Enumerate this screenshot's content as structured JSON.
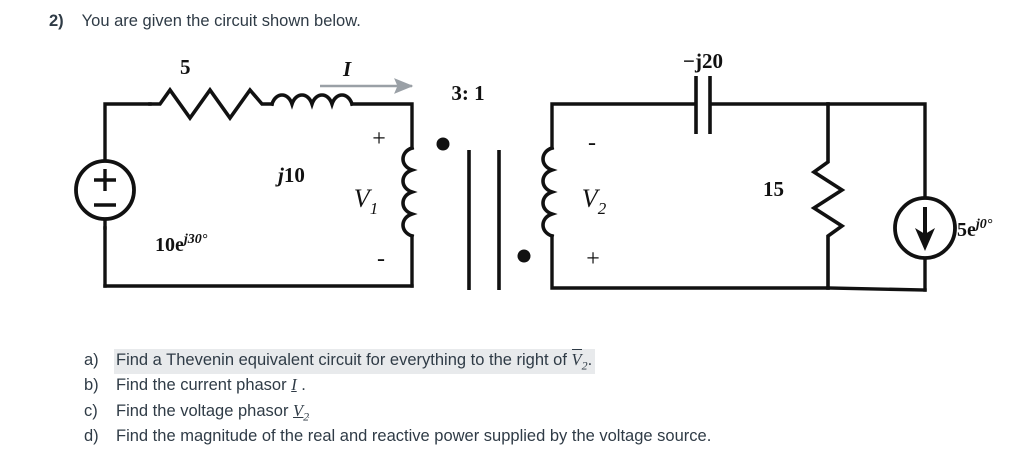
{
  "prompt": {
    "number": "2)",
    "text": "You are given the circuit shown below."
  },
  "circuit": {
    "title": "ac-circuit-with-ideal-transformer",
    "components": {
      "voltage_source": {
        "name": "independent-voltage-source",
        "label": "10e",
        "label_exp": "j30°",
        "polarity_top": "+",
        "polarity_bottom": "−"
      },
      "resistor_5": {
        "name": "series-resistor",
        "label": "5",
        "orientation": "horizontal"
      },
      "inductor_j10": {
        "name": "series-inductor",
        "label": "j10",
        "label_prefix": "j",
        "label_value": "10",
        "orientation": "horizontal"
      },
      "current_arrow": {
        "name": "current-phasor-arrow",
        "label": "I",
        "direction": "right",
        "color": "#9aa0a6"
      },
      "transformer": {
        "name": "ideal-transformer",
        "ratio": "3: 1",
        "primary_label": "V",
        "primary_sub": "1",
        "primary_plus": "+",
        "primary_minus": "-",
        "primary_dot": "top",
        "secondary_label": "V",
        "secondary_sub": "2",
        "secondary_minus": "-",
        "secondary_plus": "+",
        "secondary_dot": "bottom"
      },
      "capacitor": {
        "name": "series-capacitor",
        "label": "−j20",
        "orientation": "horizontal"
      },
      "resistor_15": {
        "name": "shunt-resistor",
        "label": "15",
        "orientation": "vertical"
      },
      "current_source": {
        "name": "independent-current-source",
        "label": "5e",
        "label_exp": "j0°",
        "arrow_direction": "down"
      }
    },
    "colors": {
      "wire": "#111111",
      "arrow_gray": "#9aa0a6",
      "background": "#ffffff"
    }
  },
  "questions": [
    {
      "label": "a)",
      "text_before": "Find a Thevenin equivalent circuit for everything to the right of ",
      "var": "V",
      "sub": "2",
      "text_after": ".",
      "highlighted": true,
      "underline_var": false,
      "overline_var": true
    },
    {
      "label": "b)",
      "text_before": "Find the current phasor ",
      "var": "I",
      "sub": "",
      "text_after": " .",
      "highlighted": false,
      "underline_var": true,
      "overline_var": false
    },
    {
      "label": "c)",
      "text_before": "Find the voltage phasor ",
      "var": "V",
      "sub": "2",
      "text_after": "",
      "highlighted": false,
      "underline_var": true,
      "overline_var": false
    },
    {
      "label": "d)",
      "text_before": "Find the magnitude of the real and reactive power supplied by the voltage source.",
      "var": "",
      "sub": "",
      "text_after": "",
      "highlighted": false,
      "underline_var": false,
      "overline_var": false
    }
  ]
}
